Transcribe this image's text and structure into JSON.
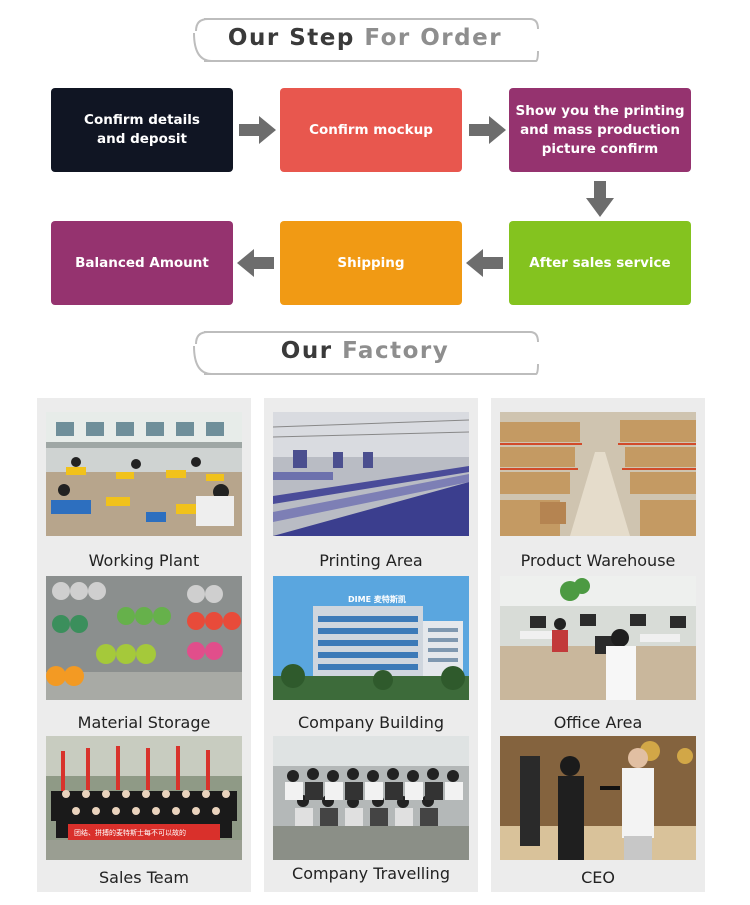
{
  "steps_banner": {
    "part1": "Our Step ",
    "part2": "For Order"
  },
  "factory_banner": {
    "part1": "Our ",
    "part2": "Factory"
  },
  "steps": [
    {
      "label": "Confirm details and deposit",
      "color": "#101523"
    },
    {
      "label": "Confirm mockup",
      "color": "#e8574e"
    },
    {
      "label": "Show you the printing and mass production picture confirm",
      "color": "#95336f"
    },
    {
      "label": "After sales service",
      "color": "#84c31f"
    },
    {
      "label": "Shipping",
      "color": "#f19a14"
    },
    {
      "label": "Balanced Amount",
      "color": "#95336f"
    }
  ],
  "factory": [
    {
      "caption": "Working Plant"
    },
    {
      "caption": "Printing Area"
    },
    {
      "caption": "Product Warehouse"
    },
    {
      "caption": "Material Storage"
    },
    {
      "caption": "Company Building"
    },
    {
      "caption": "Office Area"
    },
    {
      "caption": "Sales Team"
    },
    {
      "caption": "Company Travelling"
    },
    {
      "caption": "CEO"
    }
  ],
  "photo_text": {
    "building_sign": "DIME 麦特斯凯",
    "team_banner": "团结、拼搏的麦特斯士每不可以故的"
  }
}
